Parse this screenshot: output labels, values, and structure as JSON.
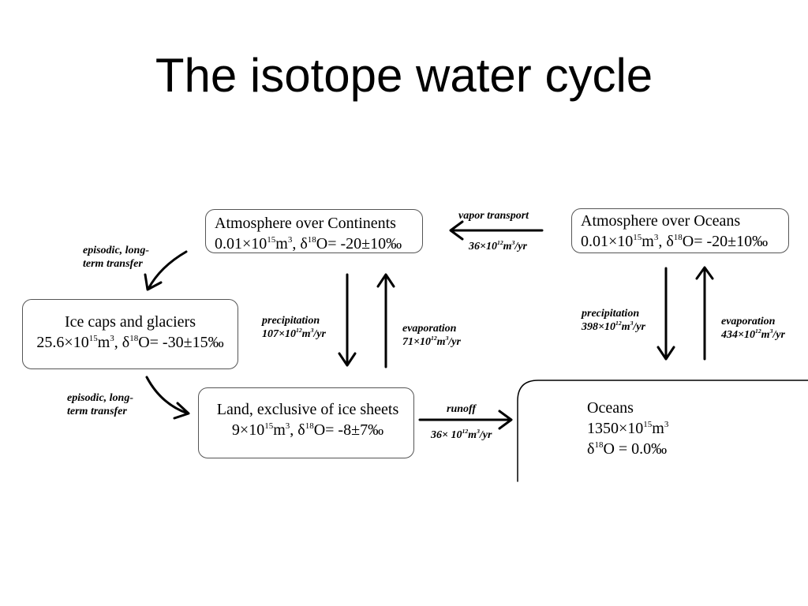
{
  "title": "The isotope water cycle",
  "nodes": {
    "atmosphere_continents": {
      "name": "Atmosphere over Continents",
      "volume": "0.01×10",
      "volume_exp": "15",
      "volume_unit": "m",
      "unit_exp": "3",
      "delta": ", δ",
      "delta_sup": "18",
      "delta_value": "O= -20±10‰"
    },
    "atmosphere_oceans": {
      "name": "Atmosphere over Oceans",
      "volume": "0.01×10",
      "volume_exp": "15",
      "volume_unit": "m",
      "unit_exp": "3",
      "delta": ", δ",
      "delta_sup": "18",
      "delta_value": "O= -20±10‰"
    },
    "ice_caps": {
      "name": "Ice caps and glaciers",
      "volume": "25.6×10",
      "volume_exp": "15",
      "volume_unit": "m",
      "unit_exp": "3",
      "delta": ", δ",
      "delta_sup": "18",
      "delta_value": "O= -30±15‰"
    },
    "land": {
      "name": "Land, exclusive of ice sheets",
      "volume": "9×10",
      "volume_exp": "15",
      "volume_unit": "m",
      "unit_exp": "3",
      "delta": ", δ",
      "delta_sup": "18",
      "delta_value": "O= -8±7‰"
    },
    "oceans": {
      "name": "Oceans",
      "volume": "1350×10",
      "volume_exp": "15",
      "volume_unit": "m",
      "unit_exp": "3",
      "delta": "δ",
      "delta_sup": "18",
      "delta_value": "O = 0.0‰"
    }
  },
  "flows": {
    "vapor_transport": {
      "label": "vapor transport",
      "rate": "36×10",
      "exp": "12",
      "unit": "m",
      "unit_exp": "3",
      "per": "/yr"
    },
    "precip_continents": {
      "label": "precipitation",
      "rate": "107×10",
      "exp": "12",
      "unit": "m",
      "unit_exp": "3",
      "per": "/yr"
    },
    "evap_continents": {
      "label": "evaporation",
      "rate": "71×10",
      "exp": "12",
      "unit": "m",
      "unit_exp": "3",
      "per": "/yr"
    },
    "precip_oceans": {
      "label": "precipitation",
      "rate": "398×10",
      "exp": "12",
      "unit": "m",
      "unit_exp": "3",
      "per": "/yr"
    },
    "evap_oceans": {
      "label": "evaporation",
      "rate": "434×10",
      "exp": "12",
      "unit": "m",
      "unit_exp": "3",
      "per": "/yr"
    },
    "runoff": {
      "label": "runoff",
      "rate": "36× 10",
      "exp": "12",
      "unit": "m",
      "unit_exp": "3",
      "per": "/yr"
    },
    "transfer_to_ice": {
      "line1": "episodic, long-",
      "line2": "term transfer"
    },
    "transfer_to_land": {
      "line1": "episodic, long-",
      "line2": "term transfer"
    }
  }
}
